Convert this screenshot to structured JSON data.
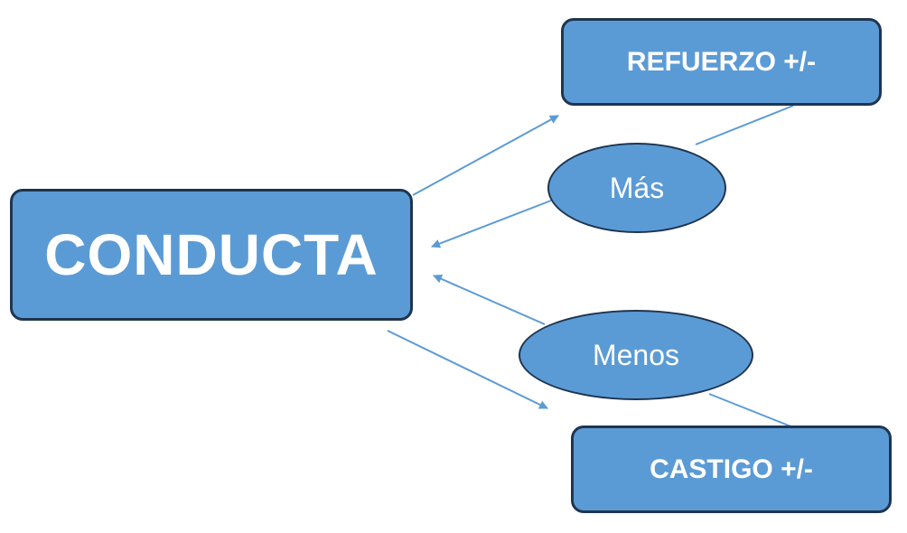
{
  "diagram": {
    "nodes": {
      "conducta": "CONDUCTA",
      "refuerzo": "REFUERZO +/-",
      "castigo": "CASTIGO +/-"
    },
    "labels": {
      "mas": "Más",
      "menos": "Menos"
    }
  },
  "colors": {
    "fill": "#5b9bd5",
    "border": "#1f3550",
    "text": "#ffffff",
    "connector": "#5b9bd5"
  }
}
